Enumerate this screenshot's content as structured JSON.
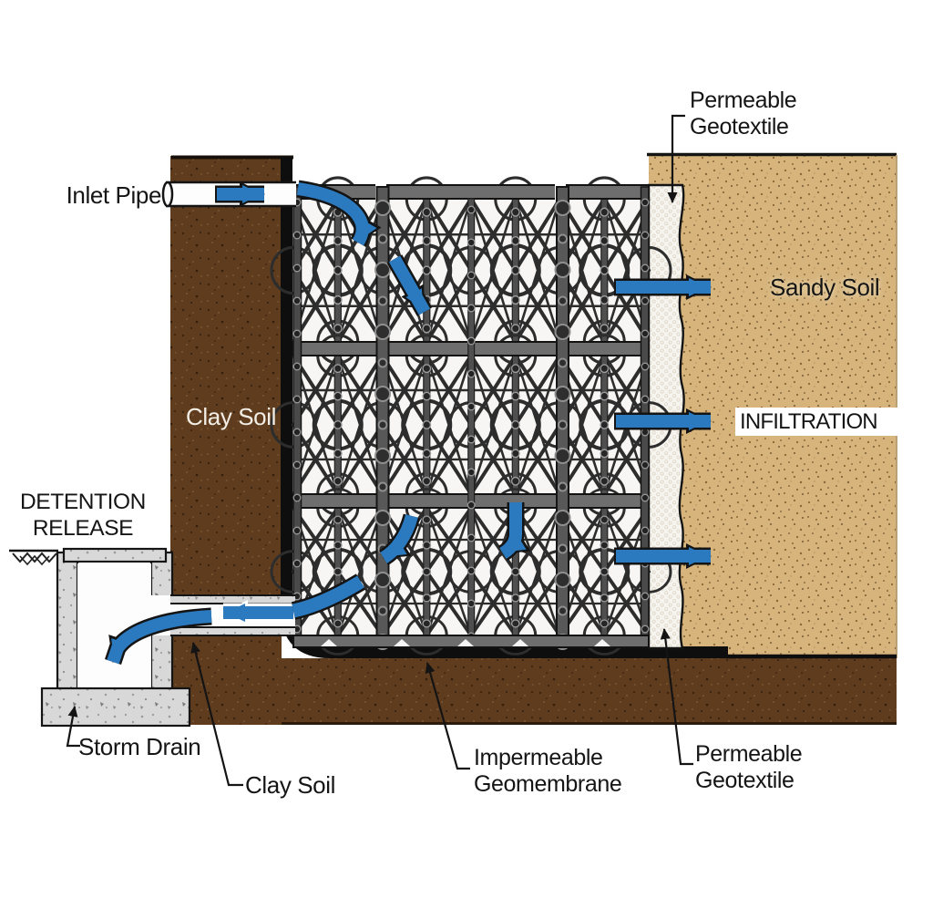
{
  "diagram": {
    "labels": {
      "inlet_pipe": "Inlet Pipe",
      "permeable_geotextile_top": {
        "line1": "Permeable",
        "line2": "Geotextile"
      },
      "sandy_soil": "Sandy Soil",
      "infiltration": "INFILTRATION",
      "clay_soil_left": "Clay Soil",
      "detention_release": {
        "line1": "DETENTION",
        "line2": "RELEASE"
      },
      "storm_drain": "Storm Drain",
      "clay_soil_bottom": "Clay Soil",
      "impermeable_geomembrane": {
        "line1": "Impermeable",
        "line2": "Geomembrane"
      },
      "permeable_geotextile_bottom": {
        "line1": "Permeable",
        "line2": "Geotextile"
      }
    },
    "colors": {
      "arrow_blue": "#2b7ac0",
      "clay_brown": "#5f3c1e",
      "sandy_tan": "#d6b47c",
      "concrete_gray": "#d8d8d8",
      "membrane_black": "#0e0e0e",
      "geotextile_white": "#f6f4ef",
      "crate_plate": "#6e6e6e",
      "crate_dark": "#2d2d2d",
      "label_black": "#151515"
    },
    "flow_arrows": [
      {
        "name": "inlet-pipe-flow",
        "direction": "right"
      },
      {
        "name": "inlet-drop",
        "direction": "down-right"
      },
      {
        "name": "tank-interior-drop",
        "direction": "down-right"
      },
      {
        "name": "infiltration-upper",
        "direction": "right"
      },
      {
        "name": "infiltration-middle",
        "direction": "right"
      },
      {
        "name": "infiltration-lower",
        "direction": "right"
      },
      {
        "name": "tank-bottom-drop",
        "direction": "down-left"
      },
      {
        "name": "outlet-curve",
        "direction": "down-left"
      },
      {
        "name": "outlet-swoosh",
        "direction": "left"
      },
      {
        "name": "outlet-pipe-flow",
        "direction": "left"
      },
      {
        "name": "storm-drain-release",
        "direction": "down"
      }
    ]
  }
}
